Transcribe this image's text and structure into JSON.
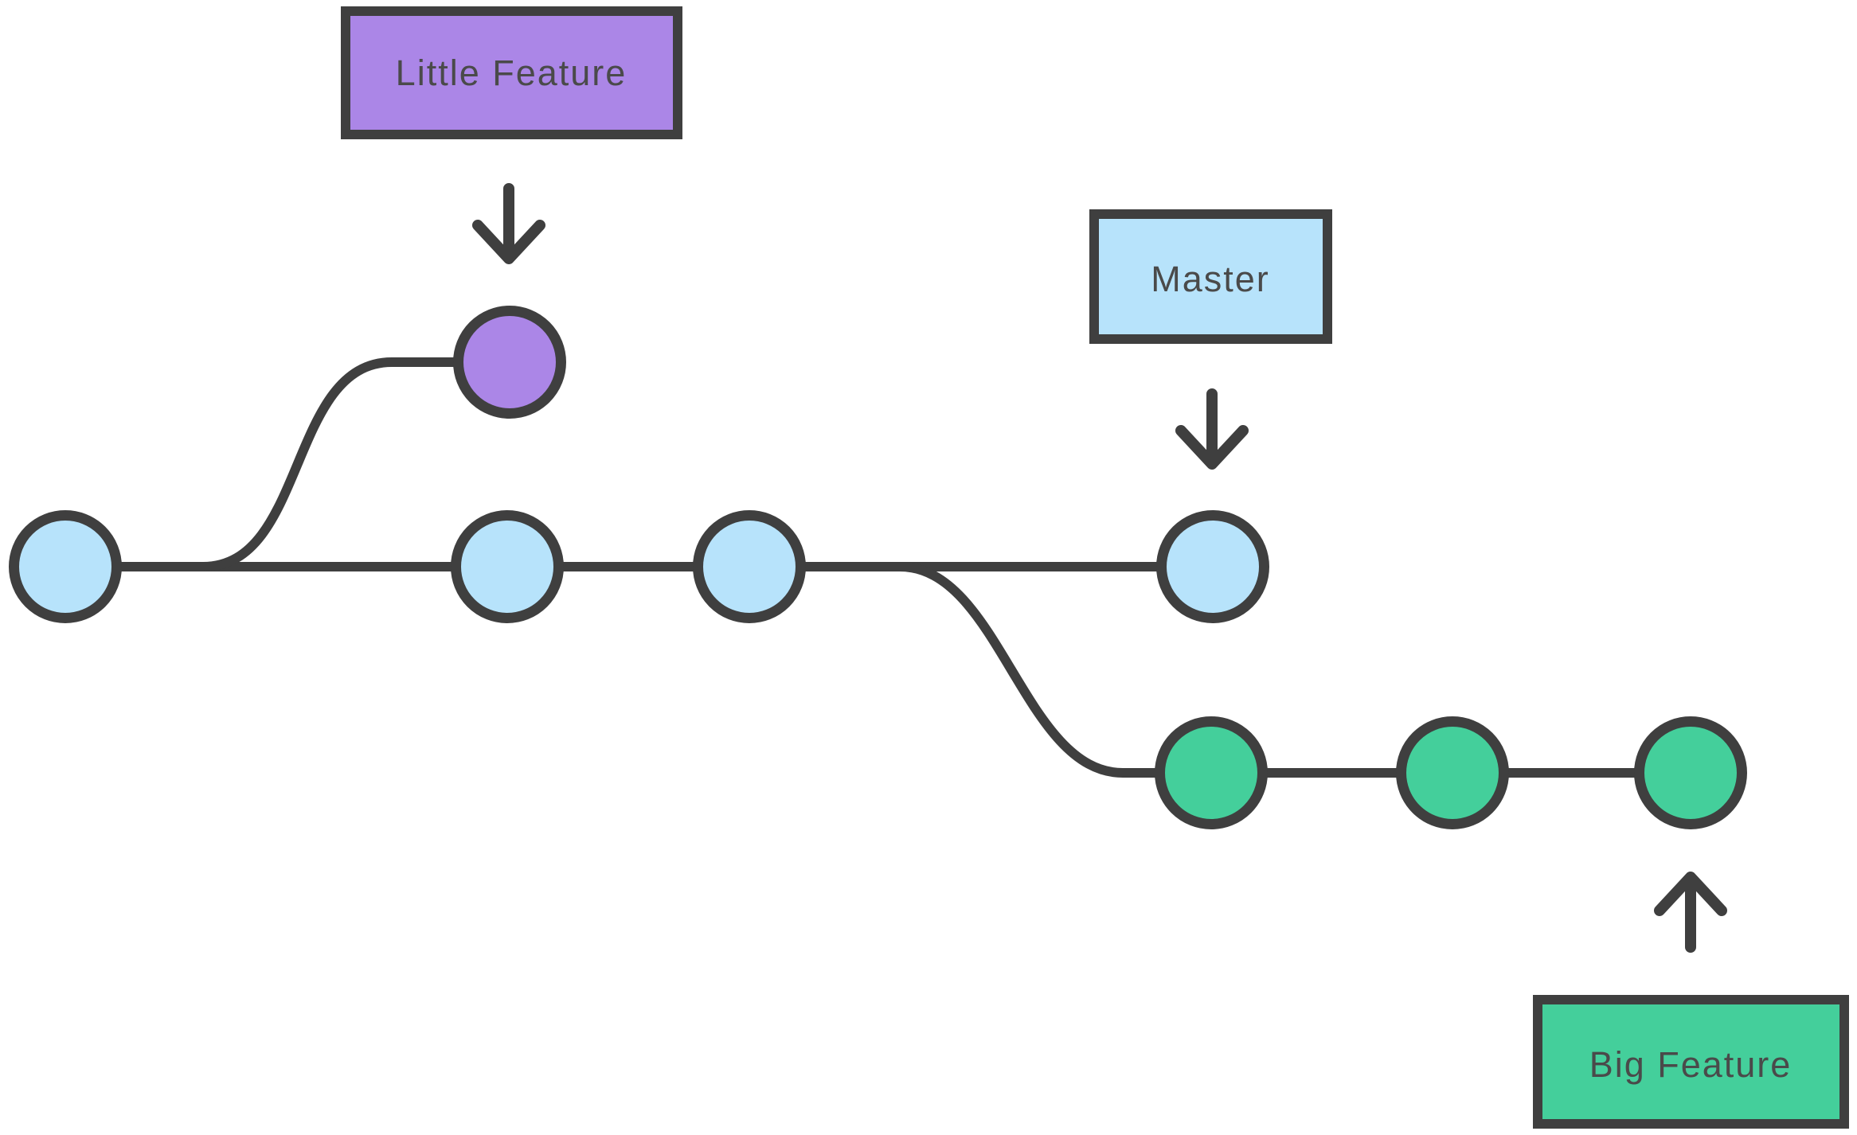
{
  "diagram": {
    "type": "git-branching-diagram",
    "labels": {
      "little_feature": "Little Feature",
      "master": "Master",
      "big_feature": "Big Feature"
    },
    "colors": {
      "purple": "#ab86e7",
      "blue": "#b7e3fb",
      "green": "#44cf9b",
      "stroke": "#3f3f3f",
      "text": "#4a4a4a",
      "background": "#ffffff"
    },
    "branches": [
      {
        "name": "Master",
        "color": "#b7e3fb",
        "commit_count": 4
      },
      {
        "name": "Little Feature",
        "color": "#ab86e7",
        "commit_count": 1,
        "forked_from": "Master"
      },
      {
        "name": "Big Feature",
        "color": "#44cf9b",
        "commit_count": 3,
        "forked_from": "Master"
      }
    ]
  }
}
